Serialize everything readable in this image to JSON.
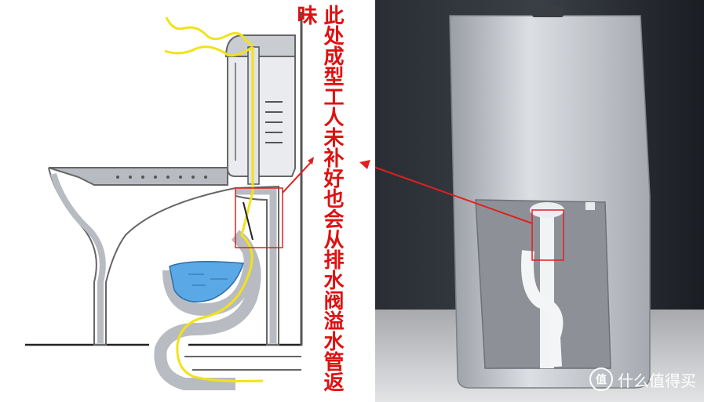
{
  "caption": "此处成型工人未补好也会从排水阀溢水管返味",
  "watermark": {
    "text": "什么值得买",
    "icon": "zhi-logo-icon",
    "icon_glyph": "值"
  },
  "colors": {
    "caption": "#e01010",
    "highlight_box": "#e02020",
    "water": "#5aa9e6",
    "odor_path": "#f2e21a",
    "diagram_fill": "#b8bcc2",
    "photo_background": "#1a1d22"
  }
}
